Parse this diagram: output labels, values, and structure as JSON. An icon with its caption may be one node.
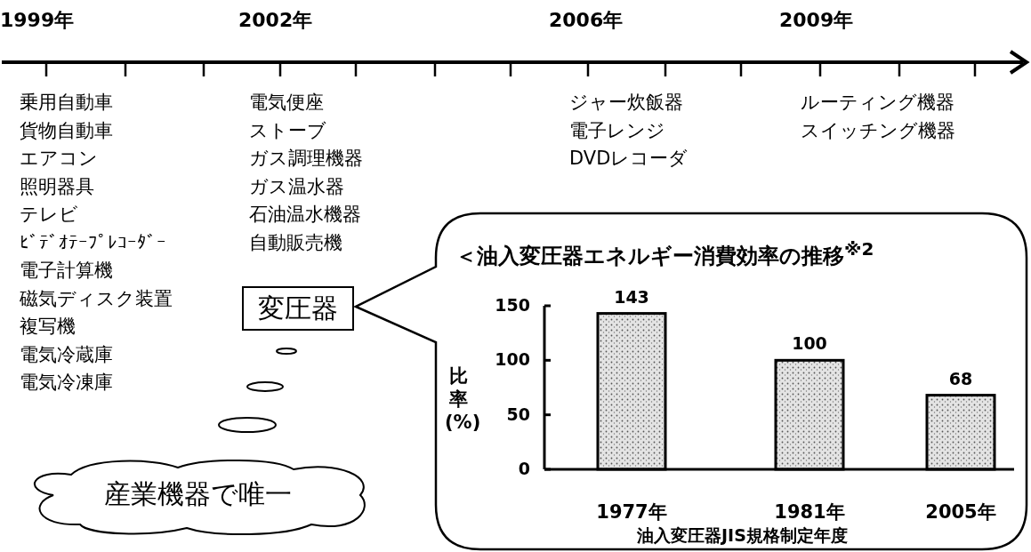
{
  "diagram": {
    "nodes": [
      {
        "text": [
          "変圧器"
        ]
      },
      {
        "text": [
          "産業機器で唯一"
        ]
      },
      {
        "text": [],
        "shape": "callout"
      }
    ],
    "labels": [
      "1999年",
      "2002年",
      "2006年",
      "2009年",
      "乗用自動車",
      "貨物自動車",
      "エアコン",
      "照明器具",
      "テレビ",
      "ﾋﾞﾃﾞｵﾃｰﾌﾟﾚｺｰﾀﾞｰ",
      "電子計算機",
      "磁気ディスク装置",
      "複写機",
      "電気冷蔵庫",
      "電気冷凍庫",
      "電気便座",
      "ストーブ",
      "ガス調理機器",
      "ガス温水器",
      "石油温水機器",
      "自動販売機",
      "ジャー炊飯器",
      "電子レンジ",
      "DVDレコーダ",
      "ルーティング機器",
      "スイッチング機器"
    ],
    "chart_data": {
      "type": "bar",
      "title": "＜油入変圧器エネルギー消費効率の推移$^{※2}$",
      "xlabel": "油入変圧器JIS規格制定年度",
      "ylabel": "比率 (%)",
      "categories": [
        "1977年",
        "1981年",
        "2005年"
      ],
      "values": [
        143,
        100,
        68
      ],
      "ylim": [
        0,
        150
      ],
      "yticks": [
        0,
        50,
        100,
        150
      ],
      "data_labels": true
    }
  }
}
